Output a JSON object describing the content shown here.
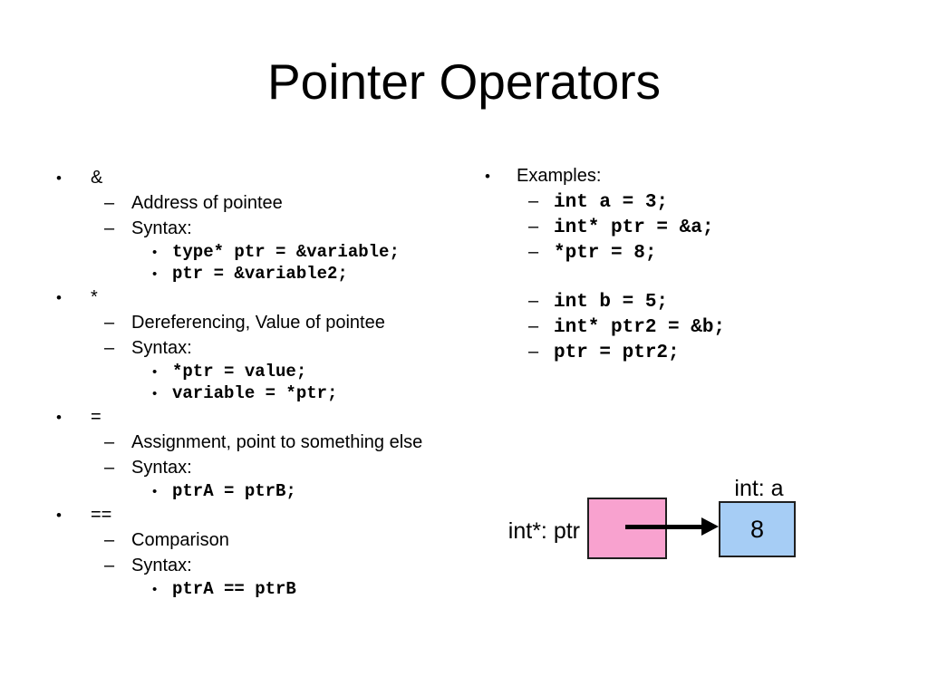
{
  "slide": {
    "title": "Pointer Operators",
    "background_color": "#ffffff",
    "text_color": "#000000"
  },
  "glyphs": {
    "level1_bullet": "•",
    "level2_dash": "–",
    "level3_bullet": "•"
  },
  "left_column": {
    "items": [
      {
        "level": 1,
        "style": "text",
        "text": "&"
      },
      {
        "level": 2,
        "style": "text",
        "text": "Address of pointee"
      },
      {
        "level": 2,
        "style": "text",
        "text": "Syntax:"
      },
      {
        "level": 3,
        "style": "code",
        "text": "type* ptr = &variable;"
      },
      {
        "level": 3,
        "style": "code",
        "text": "ptr = &variable2;"
      },
      {
        "level": 1,
        "style": "text",
        "text": "*"
      },
      {
        "level": 2,
        "style": "text",
        "text": "Dereferencing, Value of pointee"
      },
      {
        "level": 2,
        "style": "text",
        "text": "Syntax:"
      },
      {
        "level": 3,
        "style": "code",
        "text": "*ptr = value;"
      },
      {
        "level": 3,
        "style": "code",
        "text": "variable = *ptr;"
      },
      {
        "level": 1,
        "style": "text",
        "text": "="
      },
      {
        "level": 2,
        "style": "text",
        "text": "Assignment, point to something else"
      },
      {
        "level": 2,
        "style": "text",
        "text": "Syntax:"
      },
      {
        "level": 3,
        "style": "code",
        "text": "ptrA = ptrB;"
      },
      {
        "level": 1,
        "style": "text",
        "text": "=="
      },
      {
        "level": 2,
        "style": "text",
        "text": "Comparison"
      },
      {
        "level": 2,
        "style": "text",
        "text": "Syntax:"
      },
      {
        "level": 3,
        "style": "code",
        "text": "ptrA == ptrB"
      }
    ]
  },
  "right_column": {
    "items": [
      {
        "level": 1,
        "style": "text",
        "text": "Examples:"
      },
      {
        "level": 2,
        "style": "code",
        "text": "int a = 3;"
      },
      {
        "level": 2,
        "style": "code",
        "text": "int* ptr = &a;"
      },
      {
        "level": 2,
        "style": "code",
        "text": "*ptr = 8;"
      },
      {
        "level": 0,
        "style": "spacer",
        "text": ""
      },
      {
        "level": 2,
        "style": "code",
        "text": "int b = 5;"
      },
      {
        "level": 2,
        "style": "code",
        "text": "int* ptr2 = &b;"
      },
      {
        "level": 2,
        "style": "code",
        "text": "ptr = ptr2;"
      }
    ]
  },
  "diagram": {
    "pointer_label": "int*: ptr",
    "variable_label": "int: a",
    "variable_value": "8",
    "pointer_box_color": "#F8A2CF",
    "variable_box_color": "#A6CDF5",
    "box_border_color": "#1f1f1f",
    "arrow_color": "#000000"
  }
}
